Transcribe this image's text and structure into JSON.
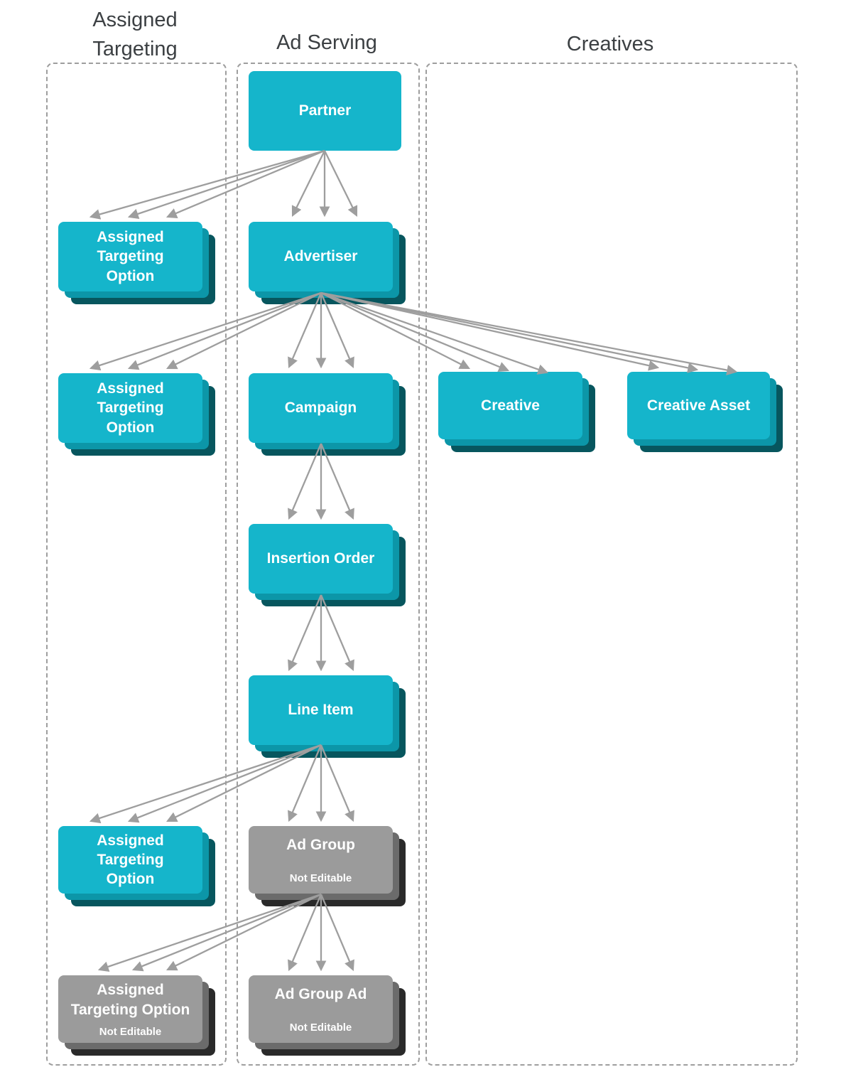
{
  "diagram": {
    "title_columns": [
      {
        "id": "assigned-targeting",
        "label": "Assigned\nTargeting"
      },
      {
        "id": "ad-serving",
        "label": "Ad Serving"
      },
      {
        "id": "creatives",
        "label": "Creatives"
      }
    ],
    "nodes": {
      "partner": {
        "label": "Partner",
        "editable": true
      },
      "ato1": {
        "label": "Assigned\nTargeting\nOption",
        "editable": true
      },
      "advertiser": {
        "label": "Advertiser",
        "editable": true
      },
      "ato2": {
        "label": "Assigned\nTargeting\nOption",
        "editable": true
      },
      "campaign": {
        "label": "Campaign",
        "editable": true
      },
      "creative": {
        "label": "Creative",
        "editable": true
      },
      "creative_asset": {
        "label": "Creative Asset",
        "editable": true
      },
      "insertion_order": {
        "label": "Insertion Order",
        "editable": true
      },
      "line_item": {
        "label": "Line Item",
        "editable": true
      },
      "ato3": {
        "label": "Assigned\nTargeting\nOption",
        "editable": true
      },
      "ad_group": {
        "label": "Ad Group",
        "sublabel": "Not Editable",
        "editable": false
      },
      "ato4": {
        "label": "Assigned\nTargeting Option",
        "sublabel": "Not Editable",
        "editable": false
      },
      "ad_group_ad": {
        "label": "Ad Group Ad",
        "sublabel": "Not Editable",
        "editable": false
      }
    },
    "edges": [
      {
        "from": "Partner",
        "to": "Assigned Targeting Option"
      },
      {
        "from": "Partner",
        "to": "Advertiser"
      },
      {
        "from": "Advertiser",
        "to": "Assigned Targeting Option"
      },
      {
        "from": "Advertiser",
        "to": "Campaign"
      },
      {
        "from": "Advertiser",
        "to": "Creative"
      },
      {
        "from": "Advertiser",
        "to": "Creative Asset"
      },
      {
        "from": "Campaign",
        "to": "Insertion Order"
      },
      {
        "from": "Insertion Order",
        "to": "Line Item"
      },
      {
        "from": "Line Item",
        "to": "Assigned Targeting Option"
      },
      {
        "from": "Line Item",
        "to": "Ad Group"
      },
      {
        "from": "Ad Group",
        "to": "Assigned Targeting Option"
      },
      {
        "from": "Ad Group",
        "to": "Ad Group Ad"
      }
    ],
    "colors": {
      "editable_fill": "#15b5cb",
      "editable_shadow1": "#0c96a8",
      "editable_shadow2": "#07565e",
      "readonly_fill": "#9b9b9b",
      "readonly_shadow1": "#6b6b6b",
      "readonly_shadow2": "#2a2a2a",
      "arrow": "#9e9e9e",
      "dashed_border": "#9e9e9e",
      "header_text": "#3c4043",
      "card_text": "#ffffff"
    }
  }
}
